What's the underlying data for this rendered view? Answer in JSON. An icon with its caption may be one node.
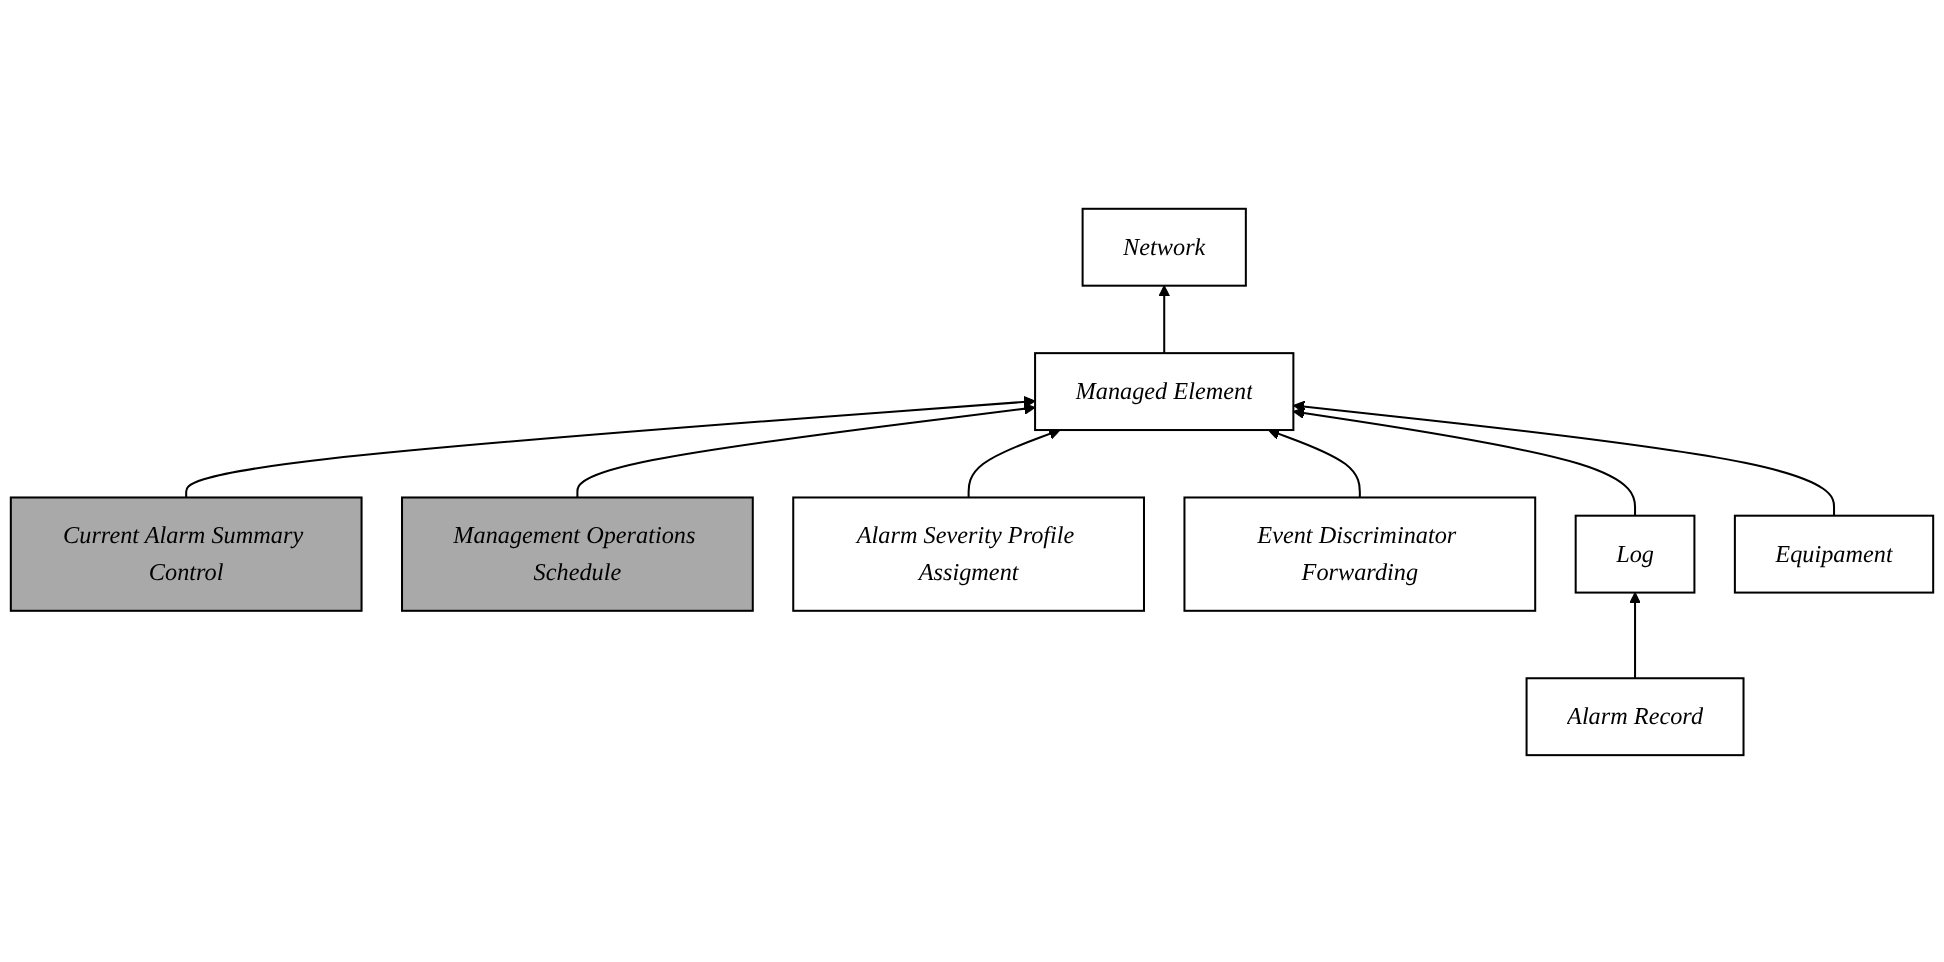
{
  "diagram": {
    "nodes": [
      {
        "text": [
          "Network"
        ]
      },
      {
        "text": [
          "Managed Element"
        ]
      },
      {
        "text": [
          "Current Alarm Summary Control"
        ]
      },
      {
        "text": [
          "Management Operations Schedule"
        ]
      },
      {
        "text": [
          "Event Discriminator Forwarding"
        ]
      },
      {
        "text": [
          "Log"
        ]
      },
      {
        "text": [
          "Equipament"
        ]
      },
      {
        "text": [
          "Alarm Severity Profile Assigment"
        ]
      },
      {
        "text": [
          "Alarm Record"
        ]
      }
    ],
    "edges": [
      {
        "from": 1,
        "to": 0,
        "arrow": "to"
      },
      {
        "from": 2,
        "to": 1,
        "arrow": "to"
      },
      {
        "from": 3,
        "to": 1,
        "arrow": "to"
      },
      {
        "from": 7,
        "to": 1,
        "arrow": "to"
      },
      {
        "from": 4,
        "to": 1,
        "arrow": "to"
      },
      {
        "from": 5,
        "to": 1,
        "arrow": "to"
      },
      {
        "from": 6,
        "to": 1,
        "arrow": "to"
      },
      {
        "from": 8,
        "to": 5,
        "arrow": "to"
      }
    ]
  }
}
